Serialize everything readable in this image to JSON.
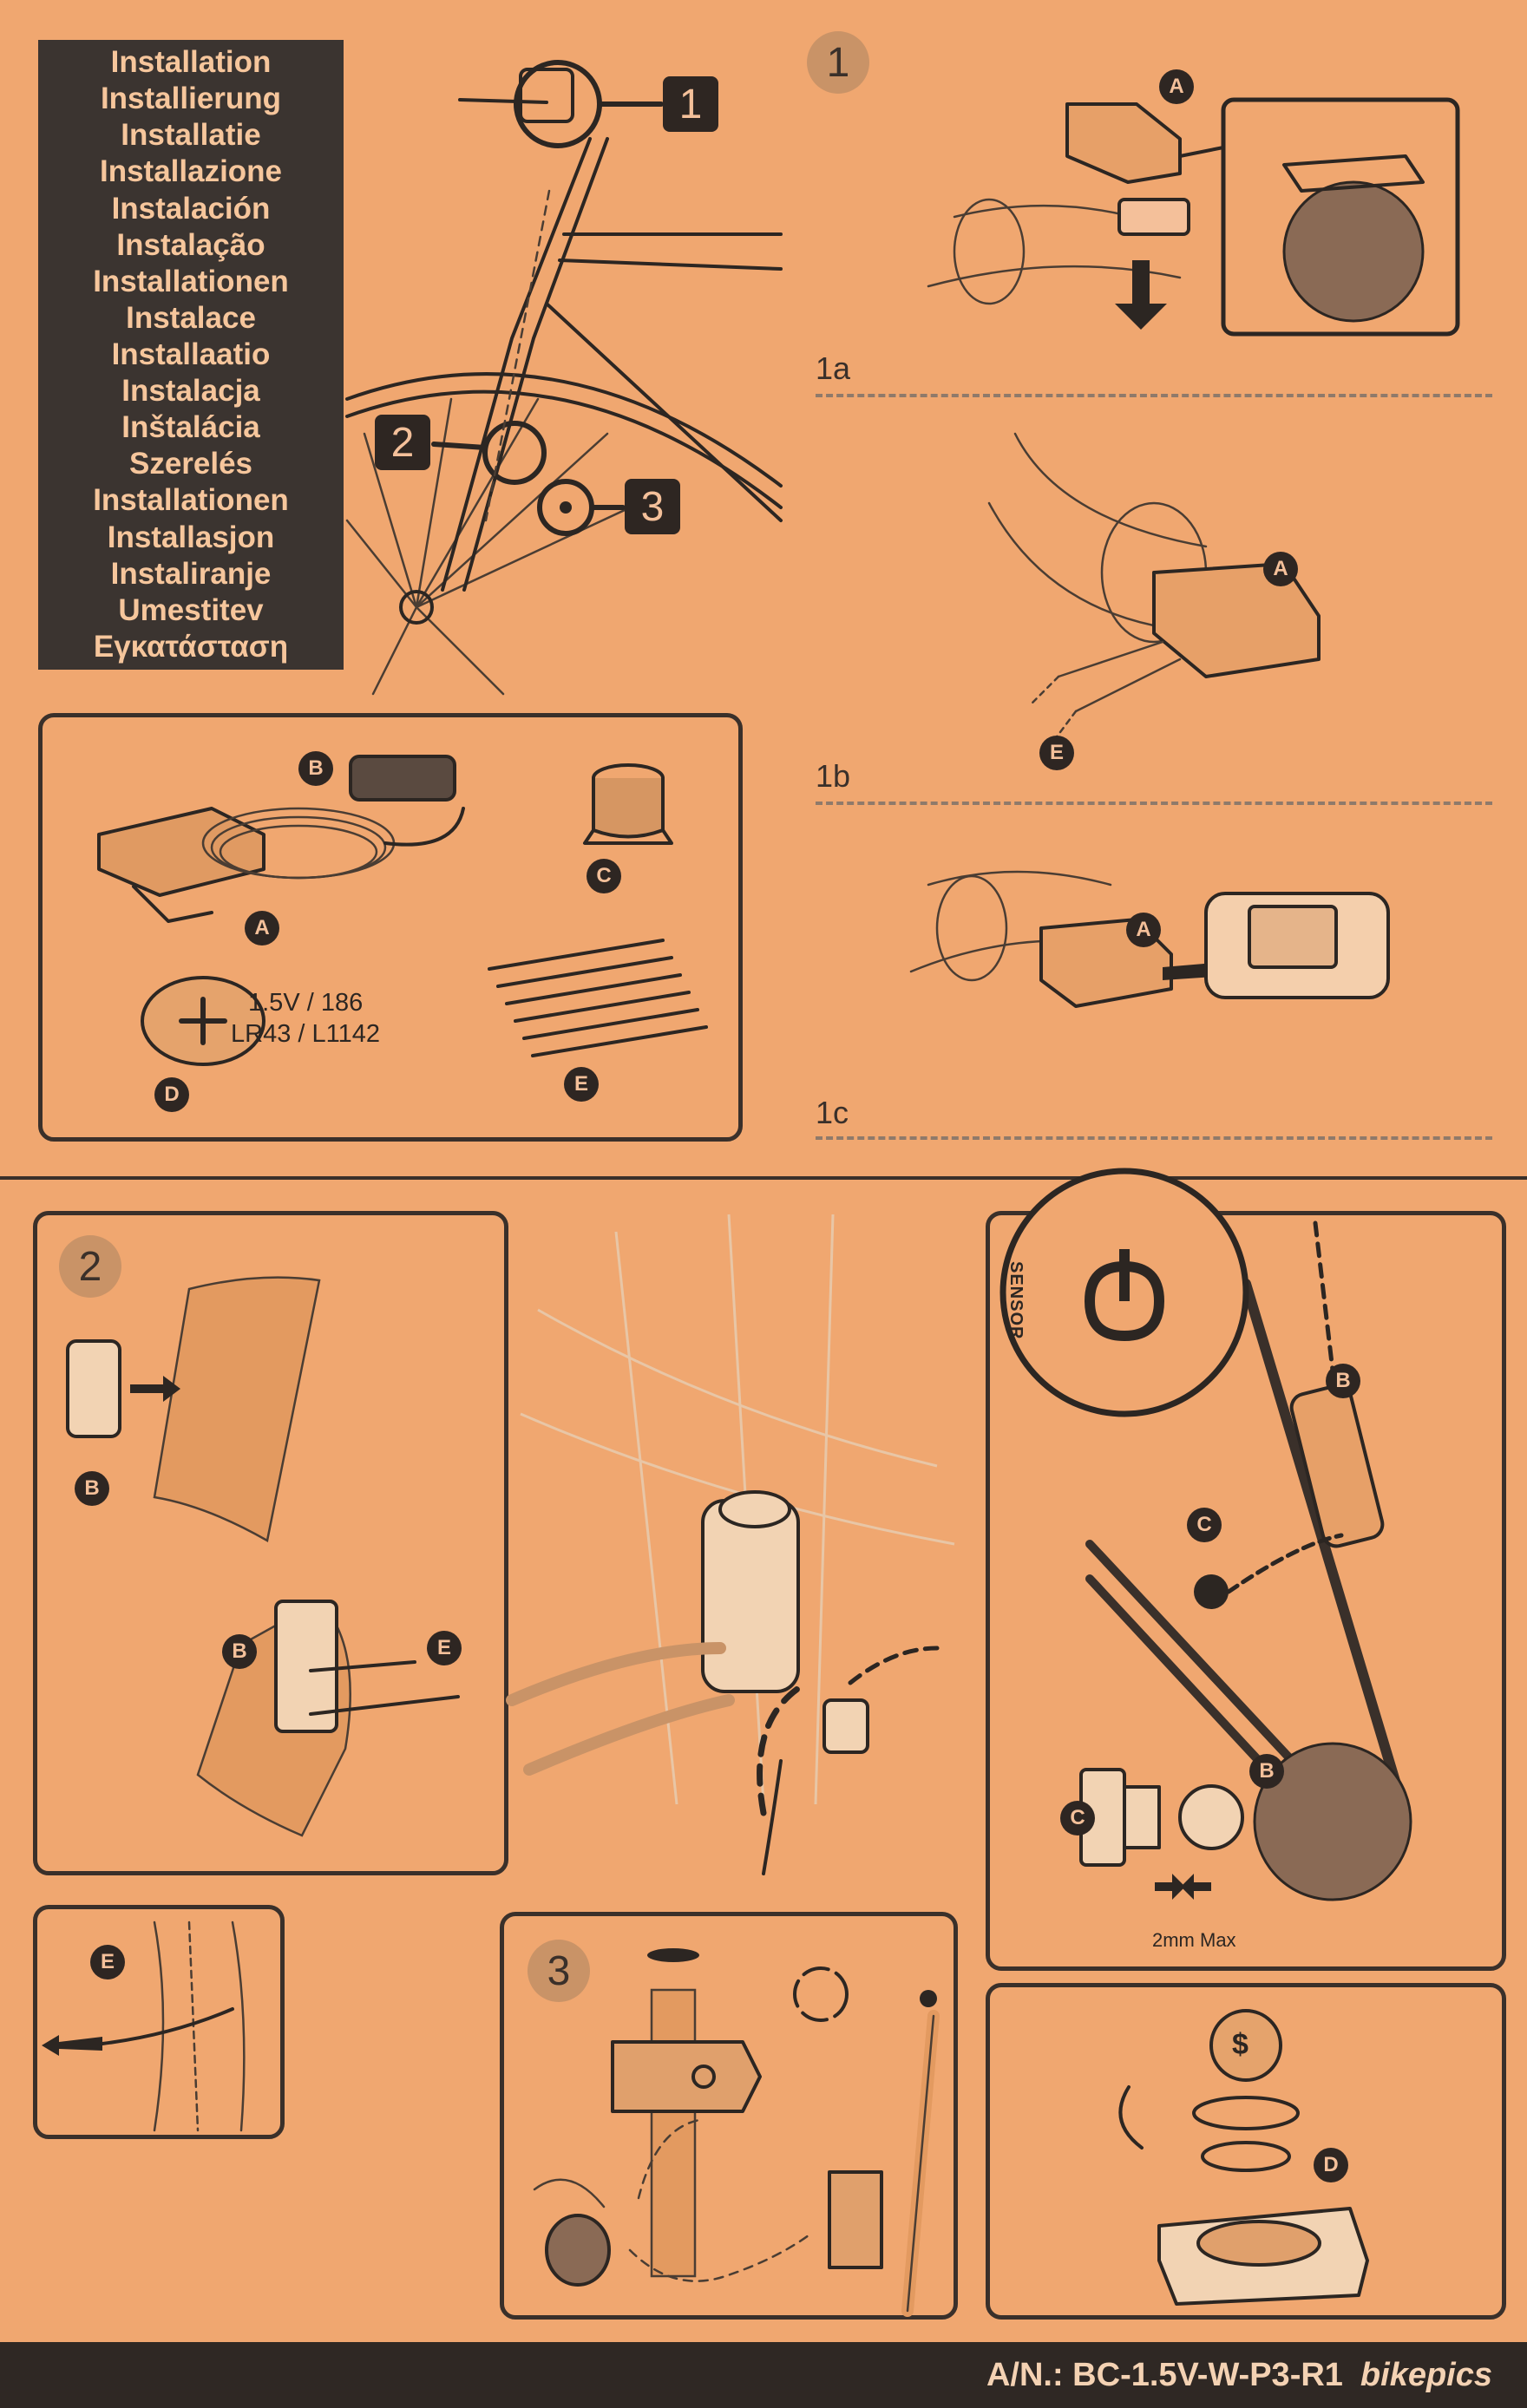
{
  "languages": [
    "Installation",
    "Installierung",
    "Installatie",
    "Installazione",
    "Instalación",
    "Instalação",
    "Installationen",
    "Instalace",
    "Installaatio",
    "Instalacja",
    "Inštalácia",
    "Szerelés",
    "Installationen",
    "Installasjon",
    "Instaliranje",
    "Umestitev",
    "Εγκατάσταση"
  ],
  "bike_callouts": [
    "1",
    "2",
    "3"
  ],
  "parts": {
    "badges": [
      "A",
      "B",
      "C",
      "D",
      "E"
    ],
    "battery_spec_1": "1.5V / 186",
    "battery_spec_2": "LR43 / L1142"
  },
  "step1": {
    "number": "1",
    "substeps": [
      "1a",
      "1b",
      "1c"
    ],
    "badges": [
      "A",
      "A",
      "E",
      "A"
    ]
  },
  "step2": {
    "number": "2",
    "badges": [
      "B",
      "B",
      "E",
      "E"
    ]
  },
  "step3": {
    "number": "3"
  },
  "sensor_detail": {
    "label": "SENSOR",
    "badges": [
      "B",
      "C",
      "C",
      "B"
    ],
    "gap_text": "2mm Max"
  },
  "battery_detail": {
    "badge": "D",
    "coin_symbol": "$"
  },
  "footer": {
    "article_number": "A/N.: BC-1.5V-W-P3-R1",
    "watermark": "bikepics"
  }
}
